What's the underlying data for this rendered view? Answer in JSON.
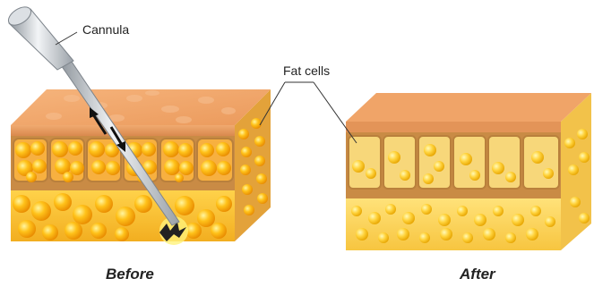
{
  "labels": {
    "cannula": "Cannula",
    "fat_cells": "Fat cells",
    "before": "Before",
    "after": "After"
  },
  "colors": {
    "skin_top": "#F0A468",
    "skin_front": "#E8935A",
    "septa": "#B9803C",
    "cell_bright": "#FFB400",
    "cell_pale": "#FFD84A",
    "cell_shadow": "#E08A00",
    "subcutis_before": "#F5C33A",
    "subcutis_after": "#FFD24A",
    "cannula_body": "#C9CED3",
    "cannula_shadow": "#8E959C"
  },
  "icons": [
    "cannula-tool",
    "arrow-up",
    "arrow-down"
  ]
}
